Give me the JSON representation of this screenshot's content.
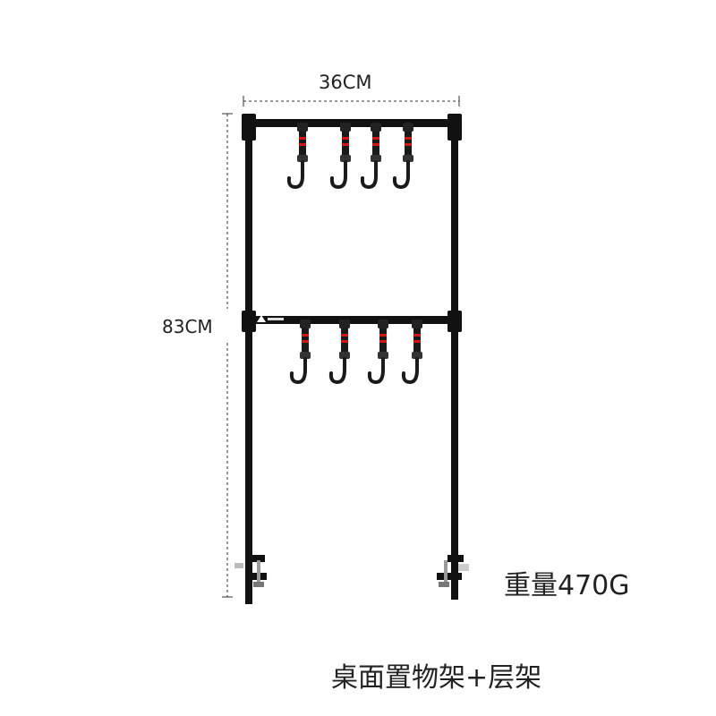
{
  "dimensions": {
    "width": "36CM",
    "height": "83CM"
  },
  "product": {
    "weight": "重量470G",
    "caption": "桌面置物架+层架"
  },
  "colors": {
    "frame": "#111111",
    "strap_accent": "#d01818",
    "dimension_line": "#333333"
  },
  "hooks": {
    "top_row_count": 4,
    "bottom_row_count": 4
  }
}
